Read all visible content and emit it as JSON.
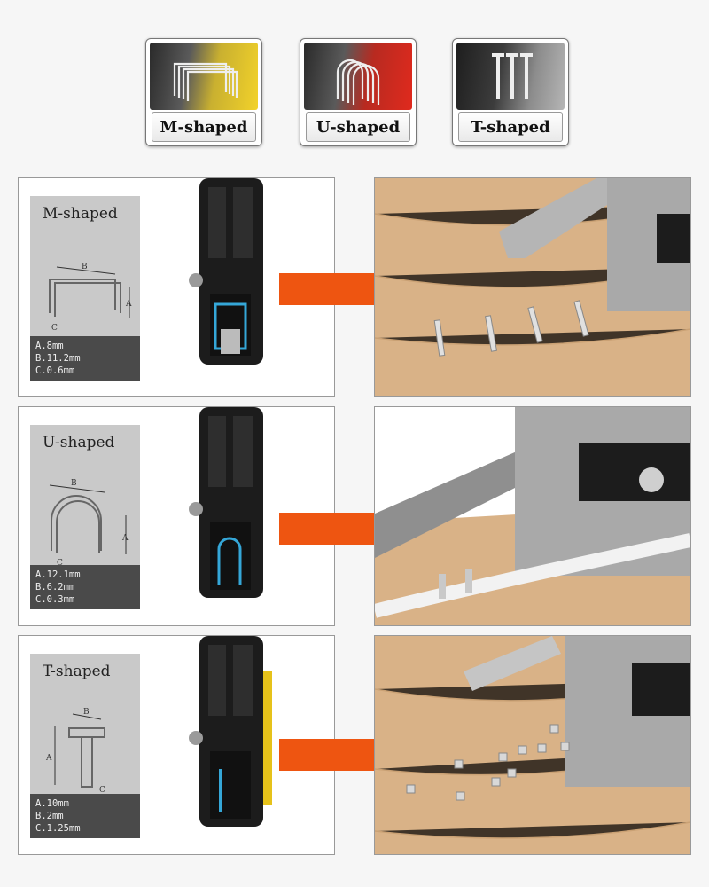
{
  "badges": [
    {
      "label": "M-shaped",
      "color": "#f2c81c"
    },
    {
      "label": "U-shaped",
      "color": "#d8261d"
    },
    {
      "label": "T-shaped",
      "color": "#9a9a9a"
    }
  ],
  "rows": [
    {
      "name": "M-shaped",
      "dims": [
        "A.8mm",
        "B.11.2mm",
        "C.0.6mm"
      ],
      "staple_color": "#35a7d8"
    },
    {
      "name": "U-shaped",
      "dims": [
        "A.12.1mm",
        "B.6.2mm",
        "C.0.3mm"
      ],
      "staple_color": "#35a7d8"
    },
    {
      "name": "T-shaped",
      "dims": [
        "A.10mm",
        "B.2mm",
        "C.1.25mm"
      ],
      "staple_color": "#35a7d8"
    }
  ],
  "dimension_letters": {
    "a": "A",
    "b": "B",
    "c": "C"
  },
  "colors": {
    "arrow": "#ee5511",
    "wood": "#d9b287",
    "metal": "#a9a9a9",
    "tool_body": "#1c1c1c"
  }
}
